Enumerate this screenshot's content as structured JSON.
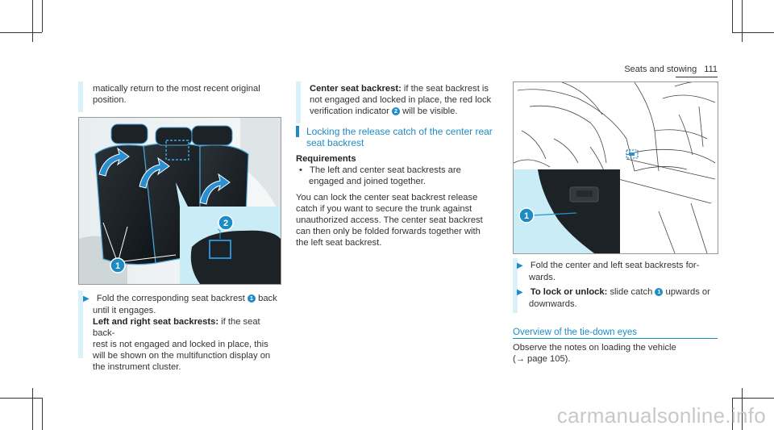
{
  "header": {
    "section": "Seats and stowing",
    "page_number": "111"
  },
  "col1": {
    "intro": [
      "matically return to the most recent original",
      "position."
    ],
    "step1": {
      "line1_a": "Fold the corresponding seat backrest",
      "callout": "1",
      "line1_b": "back",
      "line2": "until it engages."
    },
    "note": {
      "label": "Left and right seat backrests:",
      "line1_rest": "if the seat back-",
      "lines": [
        "rest is not engaged and locked in place, this",
        "will be shown on the multifunction display on",
        "the instrument cluster."
      ]
    },
    "figure_callouts": [
      "1",
      "2"
    ]
  },
  "col2": {
    "note": {
      "label": "Center seat backrest:",
      "line1_rest": "if the seat backrest is",
      "line2": "not engaged and locked in place, the red lock",
      "line3_a": "verification indicator",
      "callout": "2",
      "line3_b": "will be visible."
    },
    "heading": [
      "Locking the release catch of the center rear",
      "seat backrest"
    ],
    "requirements_label": "Requirements",
    "requirements": [
      [
        "The left and center seat backrests are",
        "engaged and joined together."
      ]
    ],
    "paragraph": [
      "You can lock the center seat backrest release",
      "catch if you want to secure the trunk against",
      "unauthorized access. The center seat backrest",
      "can then only be folded forwards together with",
      "the left seat backrest."
    ]
  },
  "col3": {
    "figure_callout": "1",
    "step1": [
      "Fold the center and left seat backrests for-",
      "wards."
    ],
    "step2": {
      "label": "To lock or unlock:",
      "rest_a": "slide catch",
      "callout": "1",
      "rest_b": "upwards or",
      "line2": "downwards."
    },
    "link_heading": "Overview of the tie-down eyes",
    "observe": [
      "Observe the notes on loading the vehicle",
      "(→ page 105)."
    ]
  },
  "watermark": "carmanualsonline.info",
  "colors": {
    "accent": "#1d8cc4",
    "bar": "#d9f1f8",
    "highlight": "#c9ecf6"
  }
}
